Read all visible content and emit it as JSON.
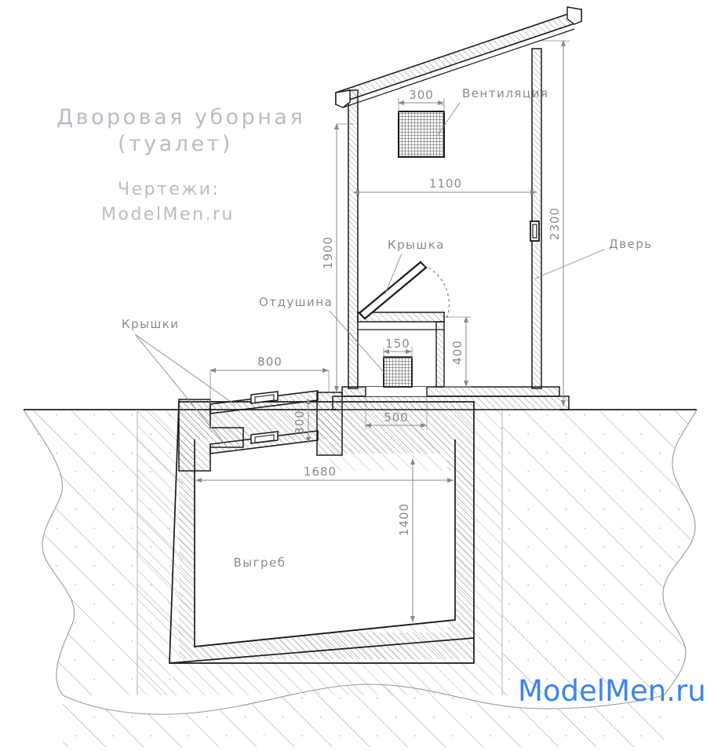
{
  "drawing": {
    "title_line1": "Дворовая уборная",
    "title_line2": "(туалет)",
    "credits_line1": "Чертежи:",
    "credits_line2": "ModelMen.ru",
    "watermark": "ModelMen.ru",
    "watermark_color": "#3d84ec",
    "line_color": "#1a1a1a",
    "dim_color": "#8a8a8a",
    "title_color": "#b9bcc4",
    "hatch_color": "#9a9a9a"
  },
  "labels": {
    "ventilation": "Вентиляция",
    "door": "Дверь",
    "lid": "Крышка",
    "lids": "Крышки",
    "air_vent": "Отдушина",
    "cesspit": "Выгреб"
  },
  "dimensions": {
    "vent_width": "300",
    "cabin_width": "1100",
    "cabin_height": "2300",
    "interior_height": "1900",
    "seat_vent": "150",
    "seat_height": "400",
    "hatch_width": "800",
    "hatch_height": "300",
    "drop_opening": "500",
    "pit_width": "1680",
    "pit_depth": "1400"
  }
}
